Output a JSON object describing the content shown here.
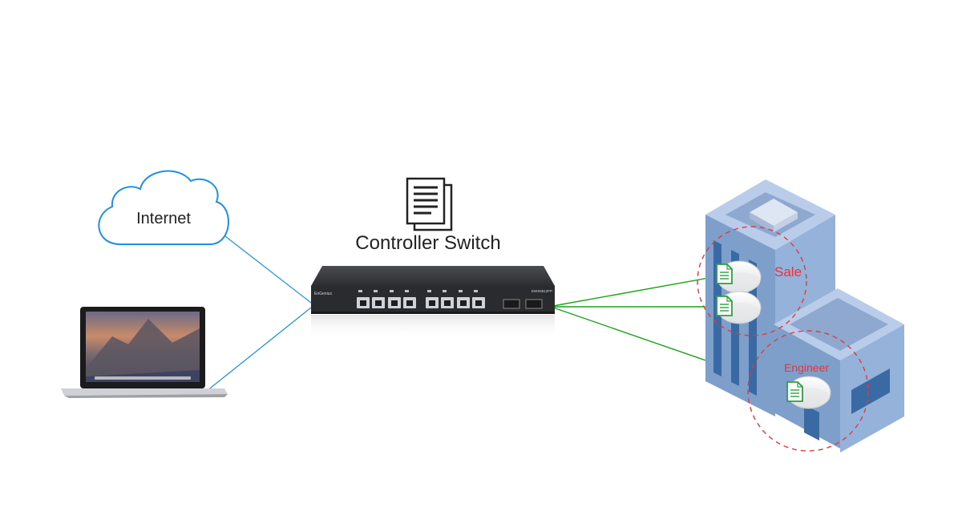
{
  "cloud": {
    "label": "Internet"
  },
  "switch": {
    "title": "Controller Switch",
    "brand": "EnGenius",
    "model": "EWS5912FP"
  },
  "building": {
    "zones": [
      {
        "label": "Sale"
      },
      {
        "label": "Engineer"
      }
    ]
  },
  "colors": {
    "internet_link": "#1e90e6",
    "ap_link": "#19a319",
    "zone_label": "#e8343b",
    "zone_circle": "#e23a3a",
    "building_front": "#7f9fcb",
    "building_side": "#95b2da",
    "building_top": "#b9cdea",
    "document_green": "#2e9e3f"
  },
  "icons": {
    "cloud": "cloud-icon",
    "laptop": "laptop-icon",
    "switch": "switch-icon",
    "controller": "document-stack-icon",
    "access_point": "access-point-icon",
    "building": "building-icon",
    "ap_config": "document-icon"
  }
}
